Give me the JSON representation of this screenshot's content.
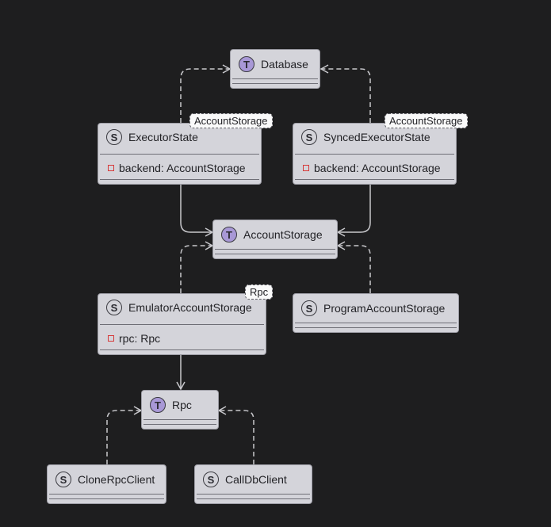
{
  "nodes": {
    "database": {
      "badge": "T",
      "name": "Database"
    },
    "executor_state": {
      "badge": "S",
      "name": "ExecutorState",
      "template": "AccountStorage",
      "field_name": "backend: AccountStorage"
    },
    "synced_executor_state": {
      "badge": "S",
      "name": "SyncedExecutorState",
      "template": "AccountStorage",
      "field_name": "backend: AccountStorage"
    },
    "account_storage": {
      "badge": "T",
      "name": "AccountStorage"
    },
    "emulator_account_storage": {
      "badge": "S",
      "name": "EmulatorAccountStorage",
      "template": "Rpc",
      "field_name": "rpc: Rpc"
    },
    "program_account_storage": {
      "badge": "S",
      "name": "ProgramAccountStorage"
    },
    "rpc": {
      "badge": "T",
      "name": "Rpc"
    },
    "clone_rpc_client": {
      "badge": "S",
      "name": "CloneRpcClient"
    },
    "call_db_client": {
      "badge": "S",
      "name": "CallDbClient"
    }
  },
  "colors": {
    "background": "#1e1e1f",
    "node_fill": "#d4d4da",
    "trait_badge": "#a898d6",
    "edge": "#c8c8cc",
    "private_marker": "#d63a3a"
  }
}
